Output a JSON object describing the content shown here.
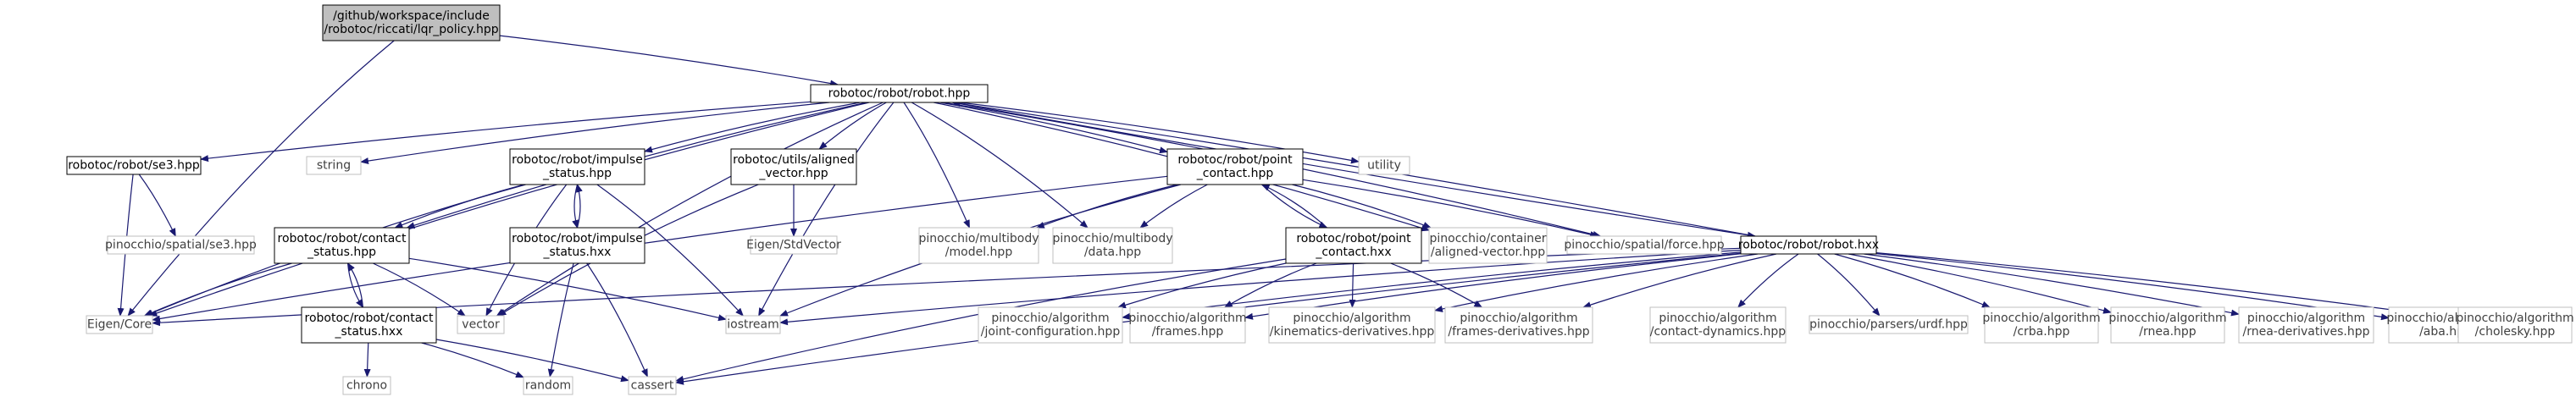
{
  "graph": {
    "colors": {
      "edge": "#191970",
      "node_fill": "#ffffff",
      "node_border": "#000000",
      "external_border": "#bfbfbf",
      "external_text": "#404040",
      "root_fill": "#bfbfbf",
      "text": "#000000"
    },
    "nodes": [
      {
        "id": "root",
        "lines": [
          "/github/workspace/include",
          "/robotoc/riccati/lqr_policy.hpp"
        ],
        "style": "root"
      },
      {
        "id": "robot_hpp",
        "lines": [
          "robotoc/robot/robot.hpp"
        ],
        "style": "local"
      },
      {
        "id": "se3_hpp",
        "lines": [
          "robotoc/robot/se3.hpp"
        ],
        "style": "local"
      },
      {
        "id": "string",
        "lines": [
          "string"
        ],
        "style": "external"
      },
      {
        "id": "impulse_status_hpp",
        "lines": [
          "robotoc/robot/impulse",
          "_status.hpp"
        ],
        "style": "local"
      },
      {
        "id": "aligned_vector_hpp",
        "lines": [
          "robotoc/utils/aligned",
          "_vector.hpp"
        ],
        "style": "local"
      },
      {
        "id": "point_contact_hpp",
        "lines": [
          "robotoc/robot/point",
          "_contact.hpp"
        ],
        "style": "local"
      },
      {
        "id": "utility",
        "lines": [
          "utility"
        ],
        "style": "external"
      },
      {
        "id": "pin_se3",
        "lines": [
          "pinocchio/spatial/se3.hpp"
        ],
        "style": "external"
      },
      {
        "id": "contact_status_hpp",
        "lines": [
          "robotoc/robot/contact",
          "_status.hpp"
        ],
        "style": "local"
      },
      {
        "id": "impulse_status_hxx",
        "lines": [
          "robotoc/robot/impulse",
          "_status.hxx"
        ],
        "style": "local"
      },
      {
        "id": "eigen_stdvector",
        "lines": [
          "Eigen/StdVector"
        ],
        "style": "external"
      },
      {
        "id": "pin_model",
        "lines": [
          "pinocchio/multibody",
          "/model.hpp"
        ],
        "style": "external"
      },
      {
        "id": "pin_data",
        "lines": [
          "pinocchio/multibody",
          "/data.hpp"
        ],
        "style": "external"
      },
      {
        "id": "point_contact_hxx",
        "lines": [
          "robotoc/robot/point",
          "_contact.hxx"
        ],
        "style": "local"
      },
      {
        "id": "pin_aligned",
        "lines": [
          "pinocchio/container",
          "/aligned-vector.hpp"
        ],
        "style": "external"
      },
      {
        "id": "pin_force",
        "lines": [
          "pinocchio/spatial/force.hpp"
        ],
        "style": "external"
      },
      {
        "id": "robot_hxx",
        "lines": [
          "robotoc/robot/robot.hxx"
        ],
        "style": "local"
      },
      {
        "id": "eigen_core",
        "lines": [
          "Eigen/Core"
        ],
        "style": "external"
      },
      {
        "id": "vector",
        "lines": [
          "vector"
        ],
        "style": "external"
      },
      {
        "id": "contact_status_hxx",
        "lines": [
          "robotoc/robot/contact",
          "_status.hxx"
        ],
        "style": "local"
      },
      {
        "id": "iostream",
        "lines": [
          "iostream"
        ],
        "style": "external"
      },
      {
        "id": "pin_jointconf",
        "lines": [
          "pinocchio/algorithm",
          "/joint-configuration.hpp"
        ],
        "style": "external"
      },
      {
        "id": "pin_frames",
        "lines": [
          "pinocchio/algorithm",
          "/frames.hpp"
        ],
        "style": "external"
      },
      {
        "id": "pin_kinderiv",
        "lines": [
          "pinocchio/algorithm",
          "/kinematics-derivatives.hpp"
        ],
        "style": "external"
      },
      {
        "id": "pin_framesderiv",
        "lines": [
          "pinocchio/algorithm",
          "/frames-derivatives.hpp"
        ],
        "style": "external"
      },
      {
        "id": "pin_contactdyn",
        "lines": [
          "pinocchio/algorithm",
          "/contact-dynamics.hpp"
        ],
        "style": "external"
      },
      {
        "id": "pin_urdf",
        "lines": [
          "pinocchio/parsers/urdf.hpp"
        ],
        "style": "external"
      },
      {
        "id": "pin_crba",
        "lines": [
          "pinocchio/algorithm",
          "/crba.hpp"
        ],
        "style": "external"
      },
      {
        "id": "pin_rnea",
        "lines": [
          "pinocchio/algorithm",
          "/rnea.hpp"
        ],
        "style": "external"
      },
      {
        "id": "pin_rneaderiv",
        "lines": [
          "pinocchio/algorithm",
          "/rnea-derivatives.hpp"
        ],
        "style": "external"
      },
      {
        "id": "pin_aba",
        "lines": [
          "pinocchio/algorithm",
          "/aba.hpp"
        ],
        "style": "external"
      },
      {
        "id": "pin_cholesky",
        "lines": [
          "pinocchio/algorithm",
          "/cholesky.hpp"
        ],
        "style": "external"
      },
      {
        "id": "chrono",
        "lines": [
          "chrono"
        ],
        "style": "external"
      },
      {
        "id": "random",
        "lines": [
          "random"
        ],
        "style": "external"
      },
      {
        "id": "cassert",
        "lines": [
          "cassert"
        ],
        "style": "external"
      }
    ],
    "edges": [
      [
        "root",
        "robot_hpp"
      ],
      [
        "root",
        "eigen_core"
      ],
      [
        "robot_hpp",
        "se3_hpp"
      ],
      [
        "robot_hpp",
        "string"
      ],
      [
        "robot_hpp",
        "impulse_status_hpp"
      ],
      [
        "robot_hpp",
        "aligned_vector_hpp"
      ],
      [
        "robot_hpp",
        "point_contact_hpp"
      ],
      [
        "robot_hpp",
        "utility"
      ],
      [
        "robot_hpp",
        "contact_status_hpp"
      ],
      [
        "robot_hpp",
        "eigen_core"
      ],
      [
        "robot_hpp",
        "vector"
      ],
      [
        "robot_hpp",
        "iostream"
      ],
      [
        "robot_hpp",
        "pin_model"
      ],
      [
        "robot_hpp",
        "pin_data"
      ],
      [
        "robot_hpp",
        "pin_aligned"
      ],
      [
        "robot_hpp",
        "pin_force"
      ],
      [
        "robot_hpp",
        "robot_hxx"
      ],
      [
        "se3_hpp",
        "pin_se3"
      ],
      [
        "se3_hpp",
        "eigen_core"
      ],
      [
        "impulse_status_hpp",
        "contact_status_hpp"
      ],
      [
        "impulse_status_hpp",
        "impulse_status_hxx"
      ],
      [
        "impulse_status_hpp",
        "eigen_core"
      ],
      [
        "impulse_status_hpp",
        "vector"
      ],
      [
        "impulse_status_hpp",
        "iostream"
      ],
      [
        "impulse_status_hxx",
        "impulse_status_hpp"
      ],
      [
        "impulse_status_hxx",
        "random"
      ],
      [
        "impulse_status_hxx",
        "cassert"
      ],
      [
        "aligned_vector_hpp",
        "eigen_stdvector"
      ],
      [
        "aligned_vector_hpp",
        "vector"
      ],
      [
        "point_contact_hpp",
        "pin_model"
      ],
      [
        "point_contact_hpp",
        "pin_data"
      ],
      [
        "point_contact_hpp",
        "pin_aligned"
      ],
      [
        "point_contact_hpp",
        "pin_force"
      ],
      [
        "point_contact_hpp",
        "point_contact_hxx"
      ],
      [
        "point_contact_hpp",
        "eigen_core"
      ],
      [
        "point_contact_hpp",
        "iostream"
      ],
      [
        "point_contact_hxx",
        "point_contact_hpp"
      ],
      [
        "point_contact_hxx",
        "pin_jointconf"
      ],
      [
        "point_contact_hxx",
        "pin_frames"
      ],
      [
        "point_contact_hxx",
        "pin_kinderiv"
      ],
      [
        "point_contact_hxx",
        "pin_framesderiv"
      ],
      [
        "point_contact_hxx",
        "cassert"
      ],
      [
        "contact_status_hpp",
        "contact_status_hxx"
      ],
      [
        "contact_status_hpp",
        "eigen_core"
      ],
      [
        "contact_status_hpp",
        "vector"
      ],
      [
        "contact_status_hpp",
        "iostream"
      ],
      [
        "contact_status_hxx",
        "contact_status_hpp"
      ],
      [
        "contact_status_hxx",
        "chrono"
      ],
      [
        "contact_status_hxx",
        "random"
      ],
      [
        "contact_status_hxx",
        "cassert"
      ],
      [
        "robot_hxx",
        "robot_hpp"
      ],
      [
        "robot_hxx",
        "eigen_core"
      ],
      [
        "robot_hxx",
        "iostream"
      ],
      [
        "robot_hxx",
        "cassert"
      ],
      [
        "robot_hxx",
        "pin_jointconf"
      ],
      [
        "robot_hxx",
        "pin_frames"
      ],
      [
        "robot_hxx",
        "pin_kinderiv"
      ],
      [
        "robot_hxx",
        "pin_framesderiv"
      ],
      [
        "robot_hxx",
        "pin_contactdyn"
      ],
      [
        "robot_hxx",
        "pin_urdf"
      ],
      [
        "robot_hxx",
        "pin_crba"
      ],
      [
        "robot_hxx",
        "pin_rnea"
      ],
      [
        "robot_hxx",
        "pin_rneaderiv"
      ],
      [
        "robot_hxx",
        "pin_aba"
      ],
      [
        "robot_hxx",
        "pin_cholesky"
      ]
    ]
  }
}
